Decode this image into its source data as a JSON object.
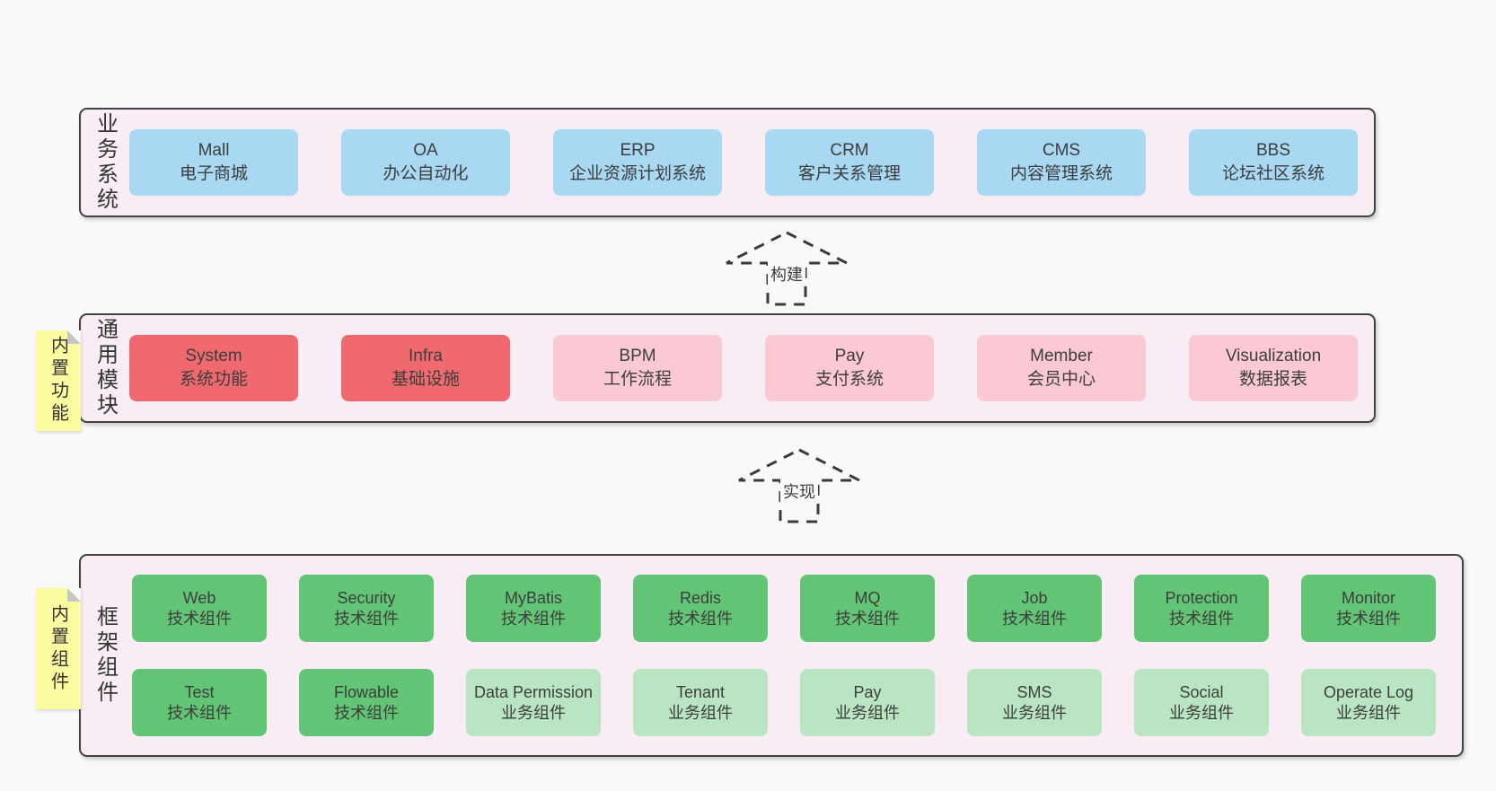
{
  "colors": {
    "page_bg": "#f9f9f9",
    "section_bg": "#f8edf5",
    "section_border": "#424242",
    "sticky_bg": "#fbfba0",
    "text": "#3d3d3d",
    "blue": "#a8d8f2",
    "red": "#f0696e",
    "pink": "#fac9d3",
    "green": "#61c575",
    "lightgreen": "#b9e5c3"
  },
  "arrows": [
    {
      "label": "构建"
    },
    {
      "label": "实现"
    }
  ],
  "layers": [
    {
      "id": "business",
      "label": "业务系统",
      "items": [
        {
          "name": "Mall",
          "desc": "电子商城",
          "variant": "blue"
        },
        {
          "name": "OA",
          "desc": "办公自动化",
          "variant": "blue"
        },
        {
          "name": "ERP",
          "desc": "企业资源计划系统",
          "variant": "blue"
        },
        {
          "name": "CRM",
          "desc": "客户关系管理",
          "variant": "blue"
        },
        {
          "name": "CMS",
          "desc": "内容管理系统",
          "variant": "blue"
        },
        {
          "name": "BBS",
          "desc": "论坛社区系统",
          "variant": "blue"
        }
      ]
    },
    {
      "id": "modules",
      "label": "通用模块",
      "sticky": "内置功能",
      "items": [
        {
          "name": "System",
          "desc": "系统功能",
          "variant": "red"
        },
        {
          "name": "Infra",
          "desc": "基础设施",
          "variant": "red"
        },
        {
          "name": "BPM",
          "desc": "工作流程",
          "variant": "pink"
        },
        {
          "name": "Pay",
          "desc": "支付系统",
          "variant": "pink"
        },
        {
          "name": "Member",
          "desc": "会员中心",
          "variant": "pink"
        },
        {
          "name": "Visualization",
          "desc": "数据报表",
          "variant": "pink"
        }
      ]
    },
    {
      "id": "framework",
      "label": "框架组件",
      "sticky": "内置组件",
      "rows": [
        [
          {
            "name": "Web",
            "desc": "技术组件",
            "variant": "green"
          },
          {
            "name": "Security",
            "desc": "技术组件",
            "variant": "green"
          },
          {
            "name": "MyBatis",
            "desc": "技术组件",
            "variant": "green"
          },
          {
            "name": "Redis",
            "desc": "技术组件",
            "variant": "green"
          },
          {
            "name": "MQ",
            "desc": "技术组件",
            "variant": "green"
          },
          {
            "name": "Job",
            "desc": "技术组件",
            "variant": "green"
          },
          {
            "name": "Protection",
            "desc": "技术组件",
            "variant": "green"
          },
          {
            "name": "Monitor",
            "desc": "技术组件",
            "variant": "green"
          }
        ],
        [
          {
            "name": "Test",
            "desc": "技术组件",
            "variant": "green"
          },
          {
            "name": "Flowable",
            "desc": "技术组件",
            "variant": "green"
          },
          {
            "name": "Data Permission",
            "desc": "业务组件",
            "variant": "lightgreen"
          },
          {
            "name": "Tenant",
            "desc": "业务组件",
            "variant": "lightgreen"
          },
          {
            "name": "Pay",
            "desc": "业务组件",
            "variant": "lightgreen"
          },
          {
            "name": "SMS",
            "desc": "业务组件",
            "variant": "lightgreen"
          },
          {
            "name": "Social",
            "desc": "业务组件",
            "variant": "lightgreen"
          },
          {
            "name": "Operate Log",
            "desc": "业务组件",
            "variant": "lightgreen"
          }
        ]
      ]
    }
  ]
}
